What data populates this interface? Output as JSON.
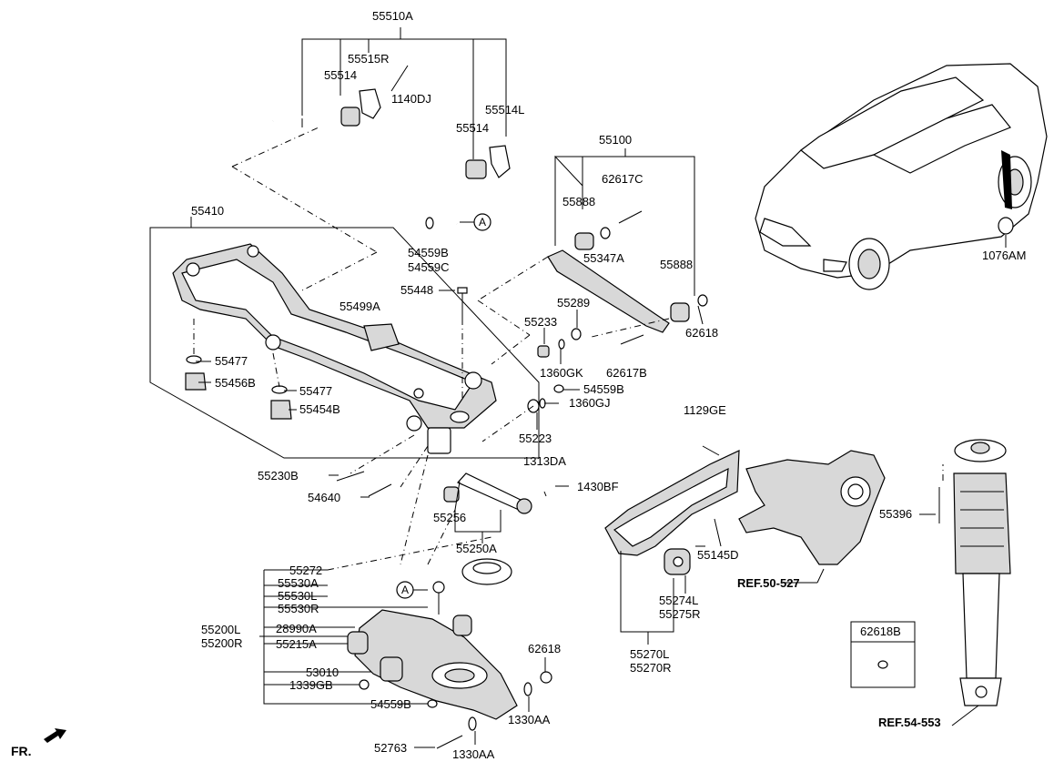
{
  "labels": {
    "p55510A": "55510A",
    "p55515R": "55515R",
    "p55514a": "55514",
    "p1140DJ": "1140DJ",
    "p55514b": "55514",
    "p55514L": "55514L",
    "p55410": "55410",
    "p54559B_a": "54559B",
    "p54559C": "54559C",
    "p55100": "55100",
    "p62617C": "62617C",
    "p55888a": "55888",
    "p55347A": "55347A",
    "p55888b": "55888",
    "p62618a": "62618",
    "p1076AM": "1076AM",
    "p55448": "55448",
    "p55499A": "55499A",
    "p55289": "55289",
    "p55233": "55233",
    "p1360GK": "1360GK",
    "p62617B": "62617B",
    "p55477a": "55477",
    "p55456B": "55456B",
    "p55477b": "55477",
    "p55454B": "55454B",
    "p54559B_b": "54559B",
    "p1360GJ": "1360GJ",
    "p55223": "55223",
    "p1129GE": "1129GE",
    "p1313DA": "1313DA",
    "p1430BF": "1430BF",
    "p55230B": "55230B",
    "p54640": "54640",
    "p55256": "55256",
    "p55250A": "55250A",
    "p55396": "55396",
    "p55145D": "55145D",
    "p55272": "55272",
    "p55530A": "55530A",
    "p55530L": "55530L",
    "p55530R": "55530R",
    "p55200L": "55200L",
    "p55200R": "55200R",
    "p28990A": "28990A",
    "p55215A": "55215A",
    "p53010": "53010",
    "p1339GB": "1339GB",
    "p54559B_c": "54559B",
    "p62618b": "62618",
    "p1330AAa": "1330AA",
    "p52763": "52763",
    "p1330AAb": "1330AA",
    "p55274L": "55274L",
    "p55275R": "55275R",
    "p55270L": "55270L",
    "p55270R": "55270R",
    "p62618B": "62618B",
    "ref50": "REF.50-527",
    "ref54": "REF.54-553",
    "fr": "FR.",
    "circleA1": "A",
    "circleA2": "A"
  }
}
